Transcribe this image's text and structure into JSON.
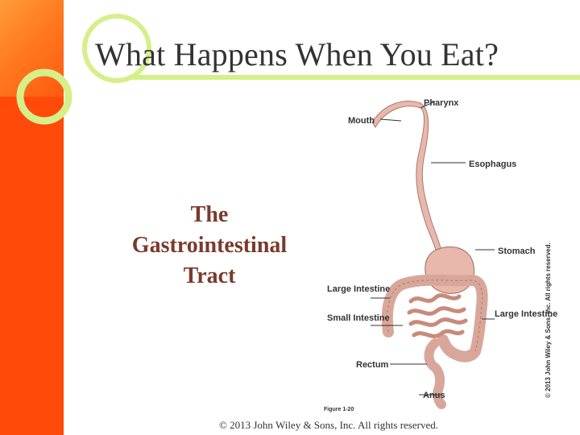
{
  "slide": {
    "title": "What Happens When You Eat?",
    "subtitle_lines": [
      "The",
      "Gastrointestinal",
      "Tract"
    ],
    "footer": "© 2013 John Wiley & Sons, Inc. All rights reserved."
  },
  "diagram": {
    "labels": {
      "pharynx": "Pharynx",
      "mouth": "Mouth",
      "esophagus": "Esophagus",
      "stomach": "Stomach",
      "large_intestine_left": "Large Intestine",
      "large_intestine_right": "Large Intestine",
      "small_intestine": "Small Intestine",
      "rectum": "Rectum",
      "anus": "Anus"
    },
    "figure_caption": "Figure 1-20",
    "side_credit": "© 2013 John Wiley & Sons, Inc. All rights reserved."
  },
  "colors": {
    "sidebar": "#ff4a0a",
    "accent_green": "#d6ef8a",
    "organ": "#e8b8ad",
    "organ_outline": "#a87a70"
  }
}
